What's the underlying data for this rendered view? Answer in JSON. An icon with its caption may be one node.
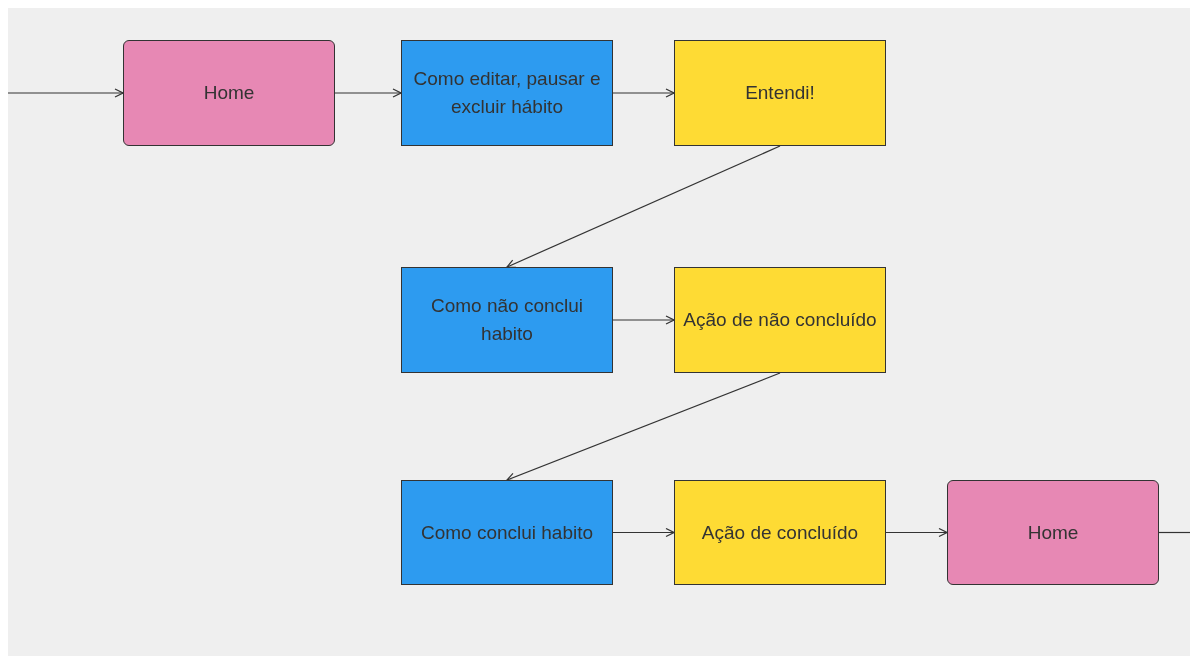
{
  "diagram": {
    "nodes": [
      {
        "text": [
          "Home"
        ]
      },
      {
        "text": [
          "Como editar, pausar e excluir hábito"
        ]
      },
      {
        "text": [
          "Entendi!"
        ]
      },
      {
        "text": [
          "Como não conclui habito"
        ]
      },
      {
        "text": [
          "Ação de não concluído"
        ]
      },
      {
        "text": [
          "Como conclui habito"
        ]
      },
      {
        "text": [
          "Ação de concluído"
        ]
      },
      {
        "text": [
          "Home"
        ]
      }
    ],
    "edges": [
      {
        "from": null,
        "to": 0,
        "arrow": "to"
      },
      {
        "from": 0,
        "to": 1,
        "arrow": "to"
      },
      {
        "from": 1,
        "to": 2,
        "arrow": "to"
      },
      {
        "from": 2,
        "to": 3,
        "arrow": "to"
      },
      {
        "from": 3,
        "to": 4,
        "arrow": "to"
      },
      {
        "from": 4,
        "to": 5,
        "arrow": "to"
      },
      {
        "from": 5,
        "to": 6,
        "arrow": "to"
      },
      {
        "from": 6,
        "to": 7,
        "arrow": "to"
      },
      {
        "from": 7,
        "to": null,
        "arrow": "none"
      }
    ]
  }
}
